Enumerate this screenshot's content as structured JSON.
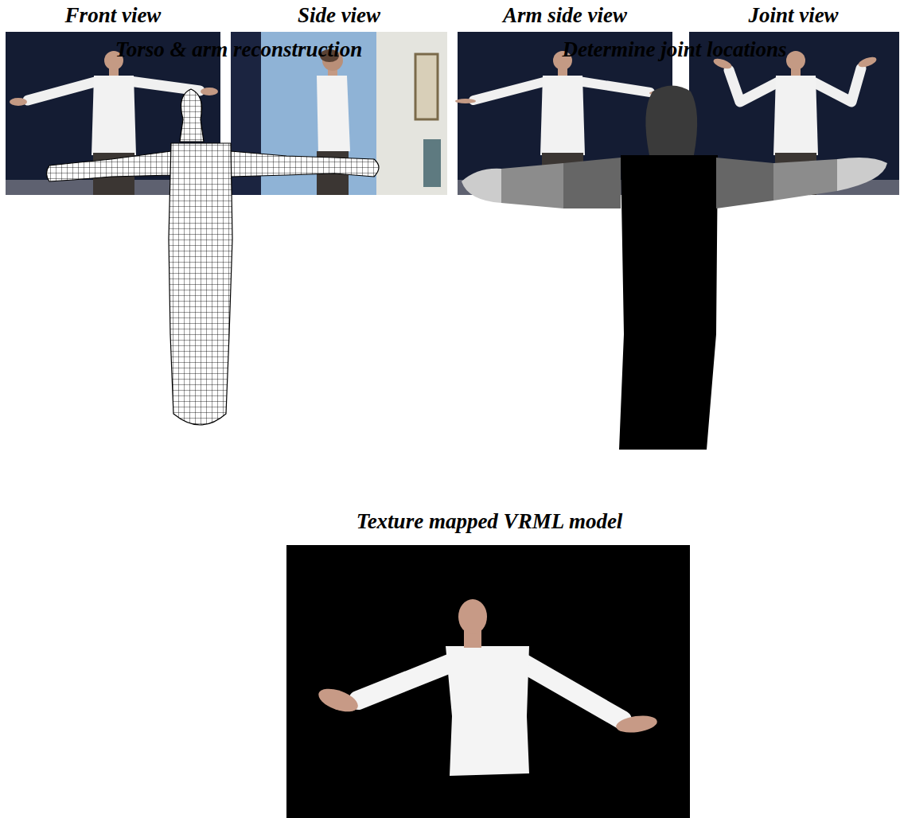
{
  "diagram": {
    "nodes": [
      {
        "text": [
          "Front view"
        ]
      },
      {
        "text": [
          "Side view"
        ]
      },
      {
        "text": [
          "Arm side view"
        ]
      },
      {
        "text": [
          "Joint view"
        ]
      },
      {
        "text": [
          "Torso & arm reconstruction"
        ]
      },
      {
        "text": [
          "Determine joint locations"
        ]
      },
      {
        "text": [
          "Texture mapped VRML model"
        ]
      }
    ]
  }
}
